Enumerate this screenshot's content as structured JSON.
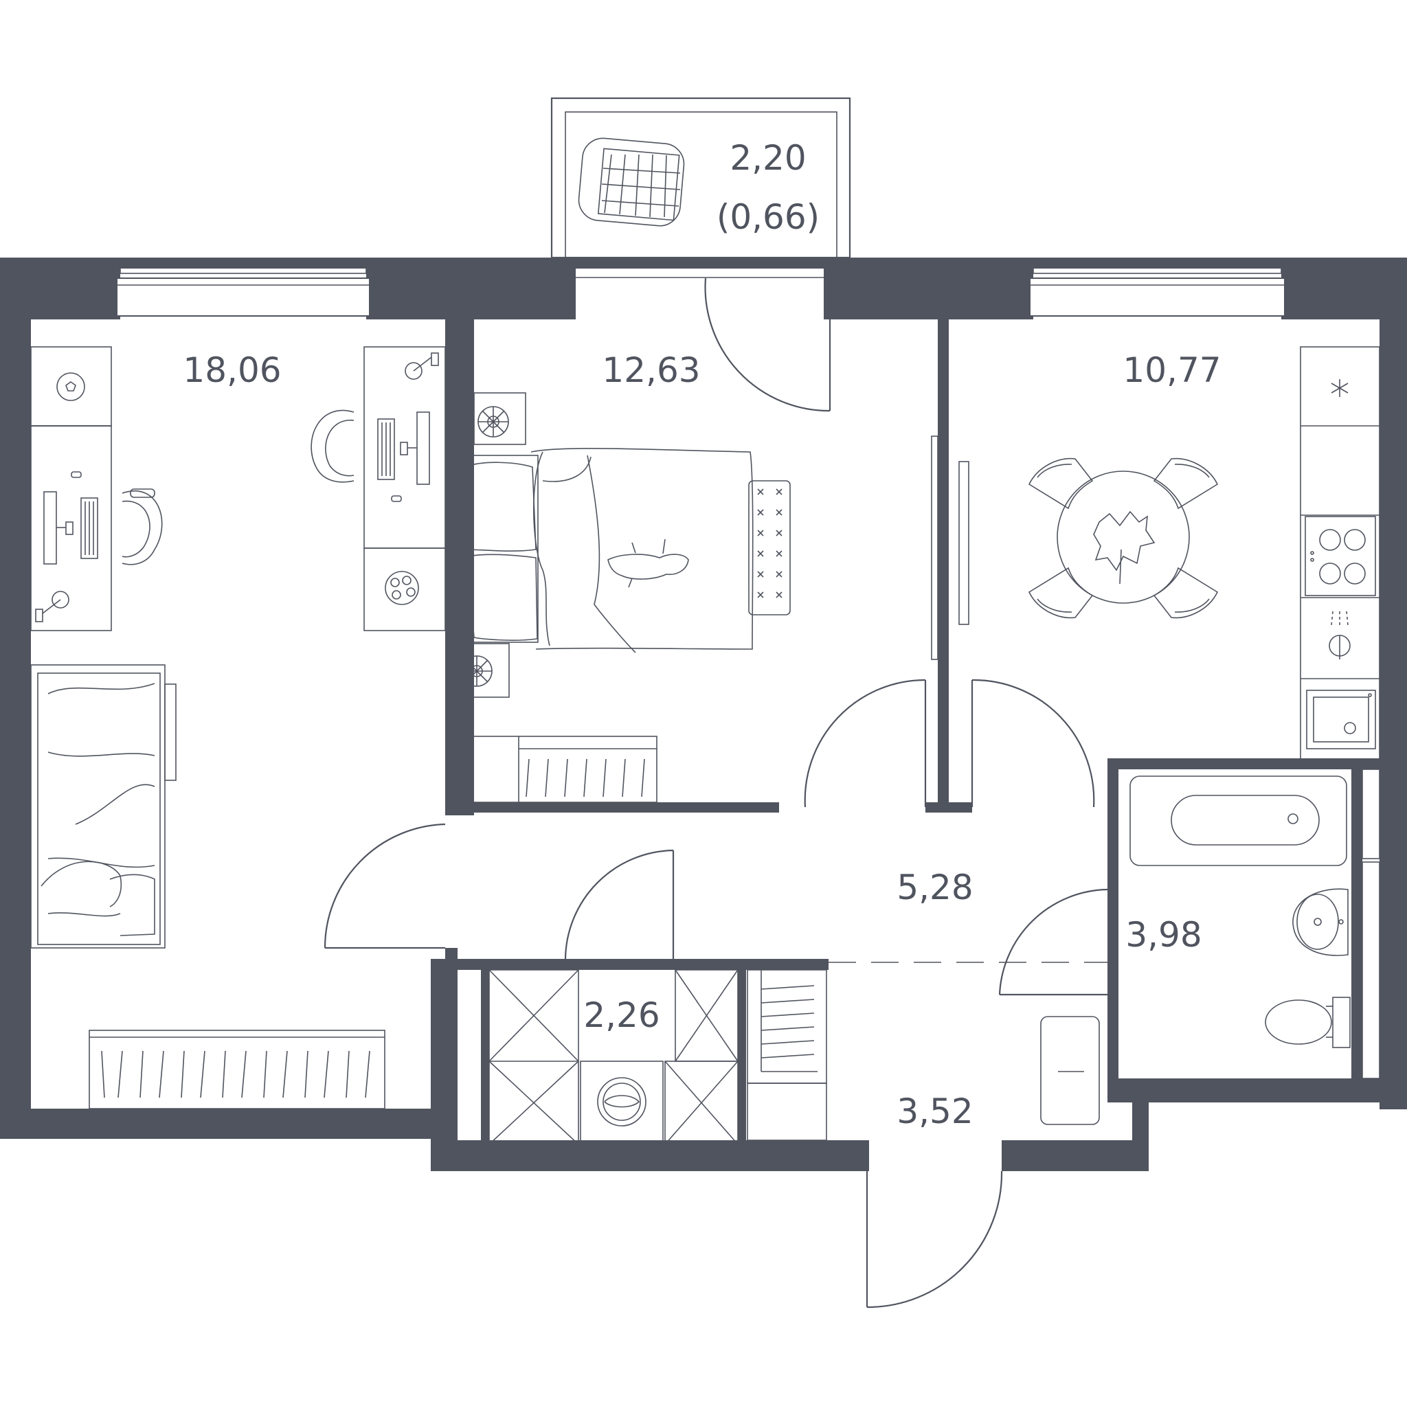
{
  "colors": {
    "wall": "#50545f",
    "background": "#ffffff"
  },
  "rooms": [
    {
      "id": "balcony",
      "area": "2,20",
      "sub": "(0,66)"
    },
    {
      "id": "room-left",
      "area": "18,06"
    },
    {
      "id": "room-bedroom",
      "area": "12,63"
    },
    {
      "id": "kitchen",
      "area": "10,77"
    },
    {
      "id": "hallway",
      "area": "5,28"
    },
    {
      "id": "bathroom",
      "area": "3,98"
    },
    {
      "id": "storage",
      "area": "2,26"
    },
    {
      "id": "entrance",
      "area": "3,52"
    }
  ],
  "icons": [
    "laundry-basket-icon",
    "soccer-ball-icon",
    "desk-chair-icon",
    "monitor-icon",
    "keyboard-icon",
    "desk-lamp-icon",
    "plant-icon",
    "bed-icon",
    "fan-icon",
    "cat-icon",
    "tv-icon",
    "dining-table-icon",
    "stove-icon",
    "sink-icon",
    "bathtub-icon",
    "toilet-icon",
    "washing-machine-icon",
    "wardrobe-icon",
    "shoe-bench-icon"
  ]
}
